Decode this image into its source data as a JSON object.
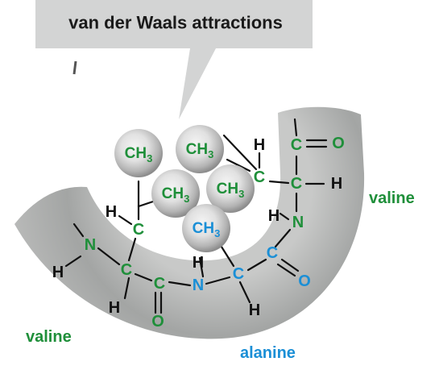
{
  "callout": {
    "text": "van der Waals attractions"
  },
  "colors": {
    "green": "#1f8f3a",
    "blue": "#1b8fd6",
    "black": "#111111",
    "band": "#a9abaa",
    "callout_box": "#d2d3d3"
  },
  "methyl_groups": [
    {
      "label": "CH",
      "sub": "3",
      "residue": "valine"
    },
    {
      "label": "CH",
      "sub": "3",
      "residue": "valine"
    },
    {
      "label": "CH",
      "sub": "3",
      "residue": "valine"
    },
    {
      "label": "CH",
      "sub": "3",
      "residue": "valine"
    },
    {
      "label": "CH",
      "sub": "3",
      "residue": "alanine"
    }
  ],
  "atoms": {
    "C": "C",
    "N": "N",
    "O": "O",
    "H": "H"
  },
  "residue_labels": {
    "valine_right": "valine",
    "valine_left": "valine",
    "alanine": "alanine"
  }
}
